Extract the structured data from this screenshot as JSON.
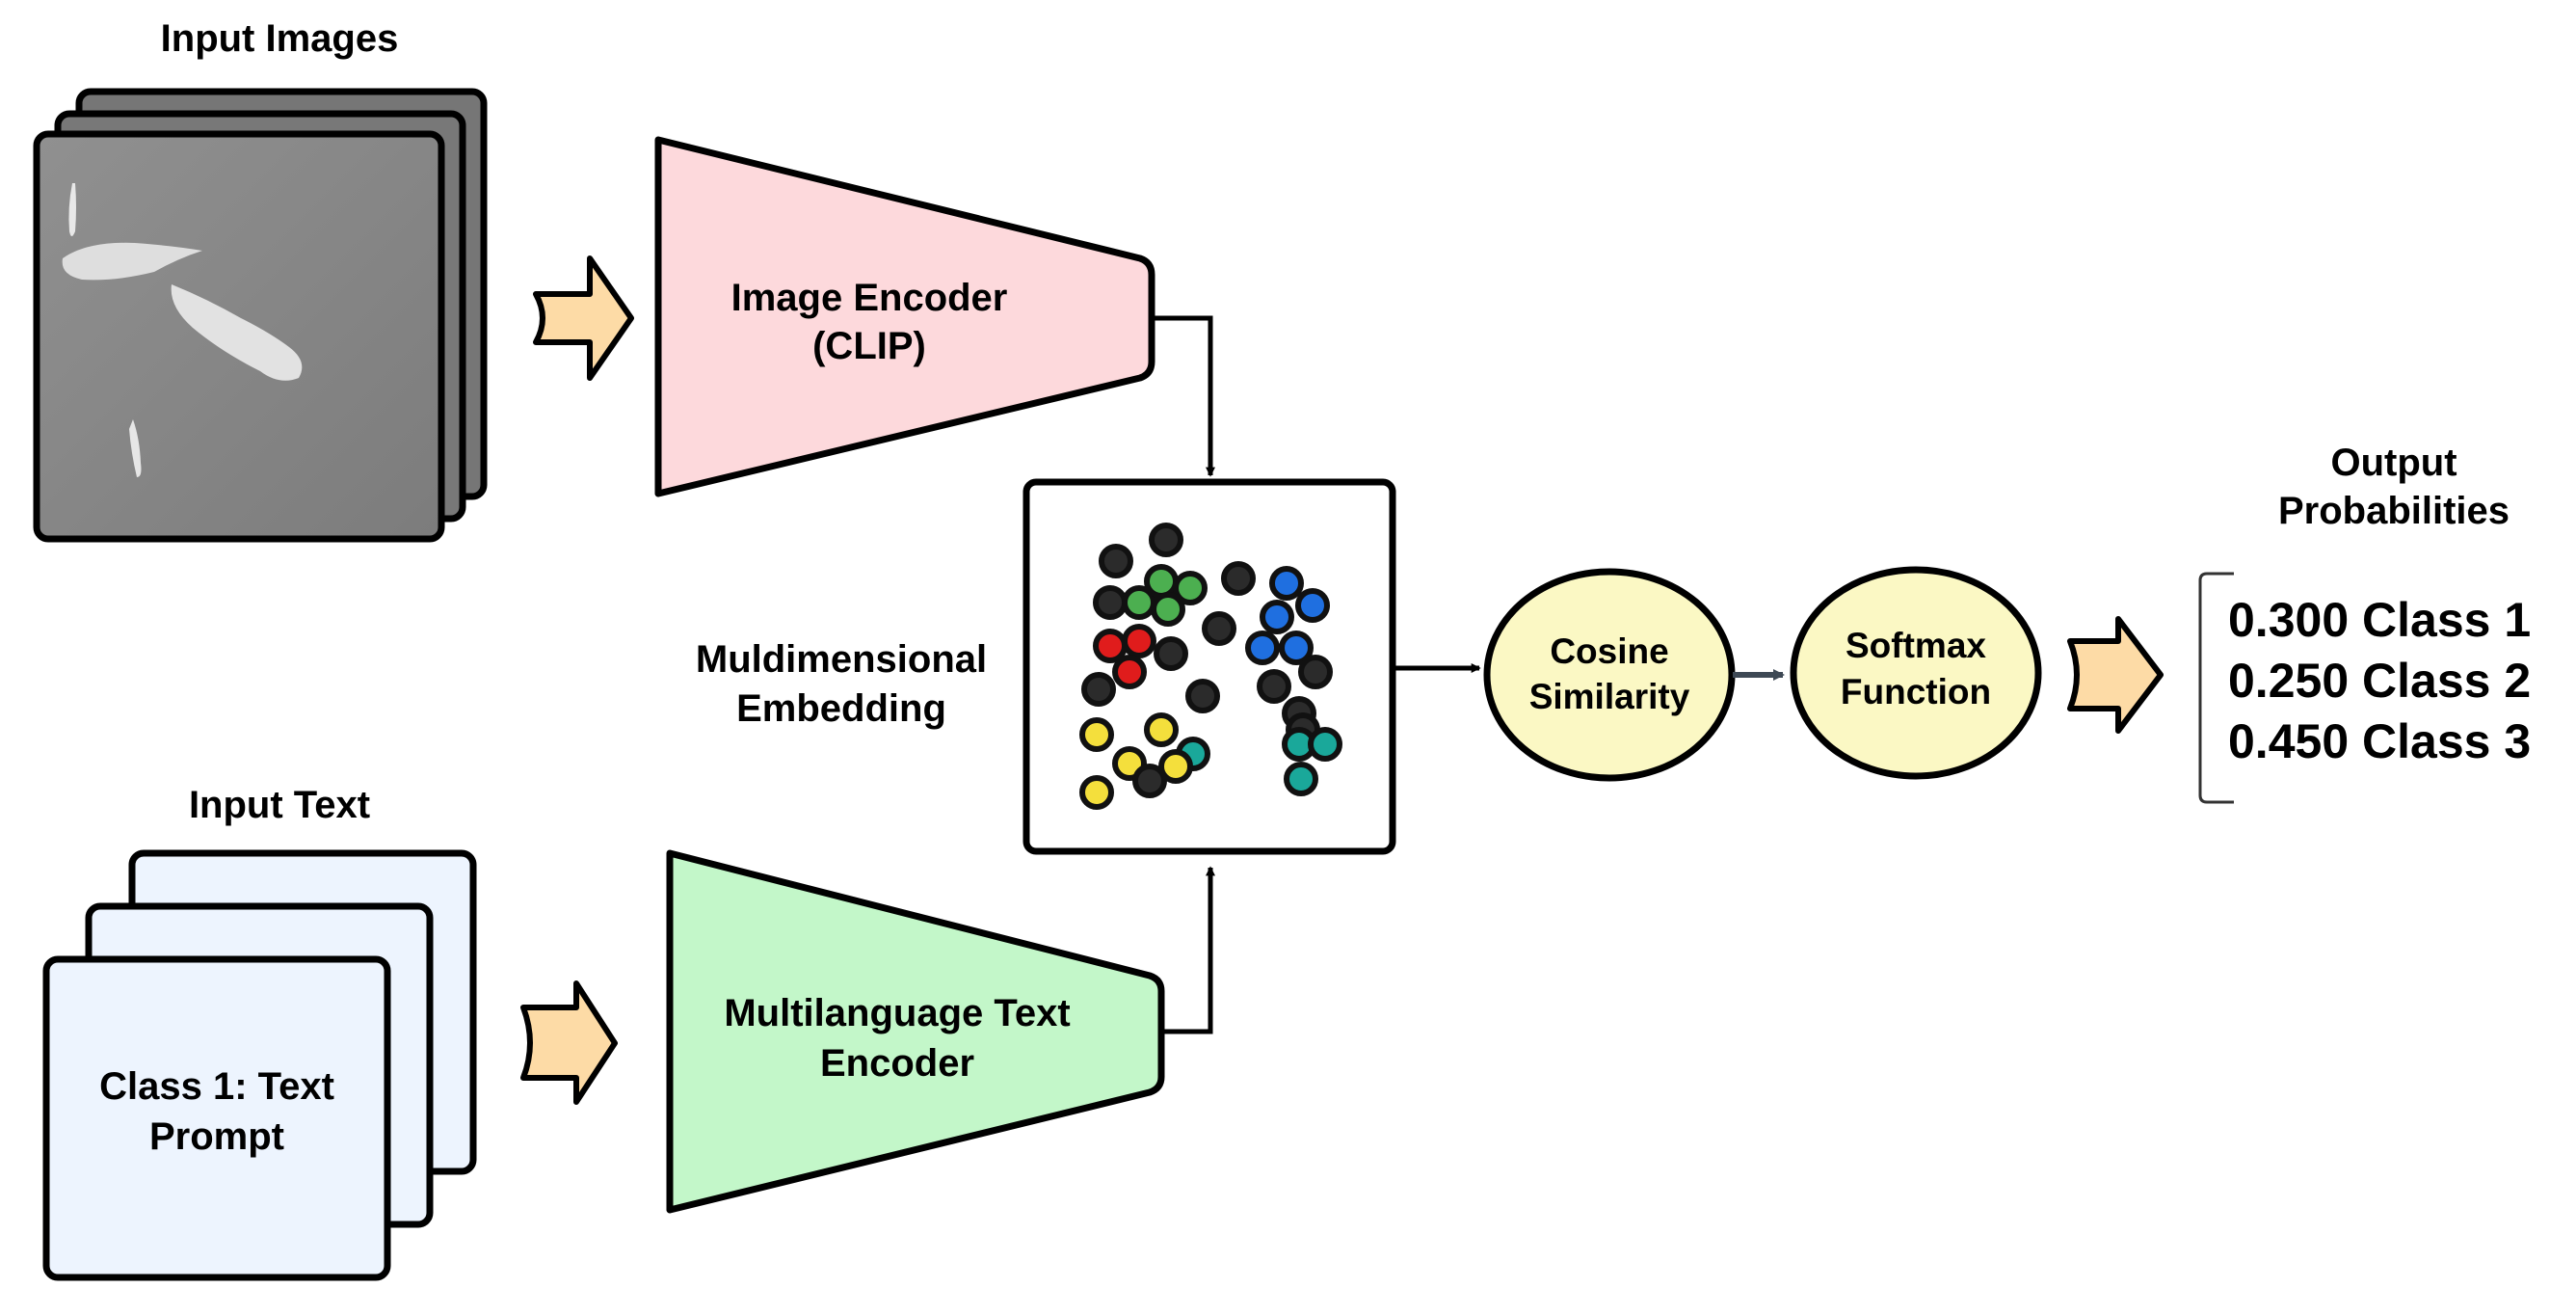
{
  "labels": {
    "input_images": "Input Images",
    "input_text": "Input Text",
    "image_encoder_line1": "Image Encoder",
    "image_encoder_line2": "(CLIP)",
    "text_encoder_line1": "Multilanguage Text",
    "text_encoder_line2": "Encoder",
    "embedding_line1": "Muldimensional",
    "embedding_line2": "Embedding",
    "cosine_line1": "Cosine",
    "cosine_line2": "Similarity",
    "softmax_line1": "Softmax",
    "softmax_line2": "Function",
    "output_line1": "Output",
    "output_line2": "Probabilities",
    "text_prompt_line1": "Class 1: Text",
    "text_prompt_line2": "Prompt"
  },
  "outputs": [
    {
      "value": "0.300",
      "label": "Class 1"
    },
    {
      "value": "0.250",
      "label": "Class 2"
    },
    {
      "value": "0.450",
      "label": "Class 3"
    }
  ],
  "colors": {
    "image_encoder": "#fdd9dc",
    "text_encoder": "#c3f7c9",
    "circle_fill": "#fbf8c4",
    "arrow_fill": "#fddba6",
    "text_card": "#edf4fe",
    "photo_bg": "#8a8a8a",
    "stack_gray": "#7a7a7a",
    "dot_dark": "#2b2b2b",
    "dot_green": "#4caf50",
    "dot_blue": "#1f6fe0",
    "dot_red": "#e01c1c",
    "dot_yellow": "#f4df3c",
    "dot_teal": "#1aa89a"
  }
}
